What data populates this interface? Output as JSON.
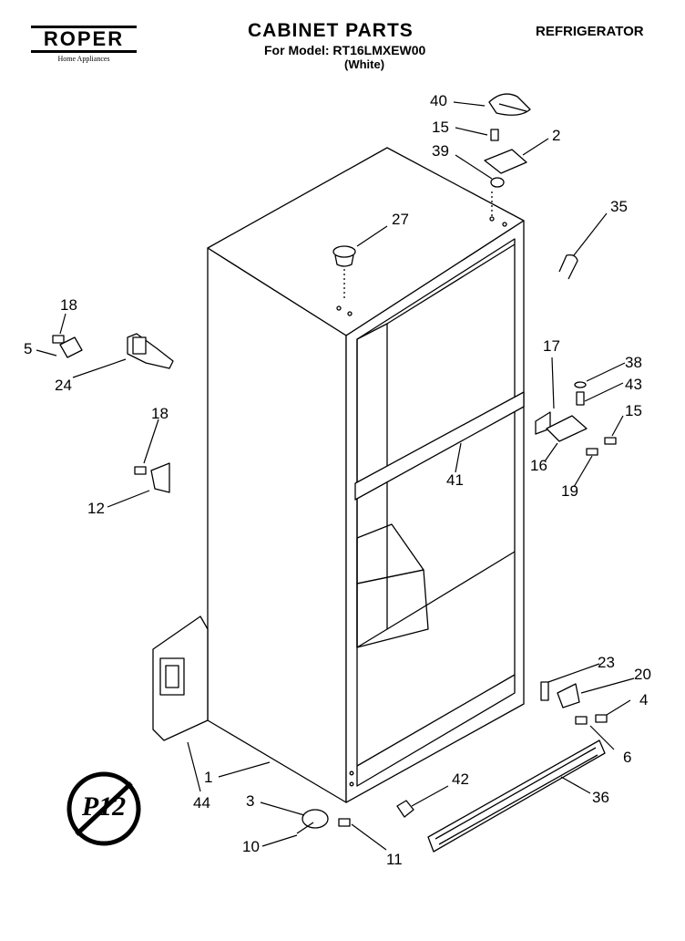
{
  "header": {
    "brand": "ROPER",
    "brand_sub": "Home Appliances",
    "title": "CABINET PARTS",
    "model_line": "For Model: RT16LMXEW00",
    "color_line": "(White)",
    "category": "REFRIGERATOR"
  },
  "callouts": [
    "40",
    "15",
    "2",
    "39",
    "35",
    "27",
    "18",
    "5",
    "24",
    "18",
    "12",
    "17",
    "38",
    "43",
    "15",
    "16",
    "19",
    "41",
    "23",
    "20",
    "4",
    "6",
    "1",
    "44",
    "3",
    "10",
    "11",
    "42",
    "36"
  ],
  "stamp": "P12"
}
